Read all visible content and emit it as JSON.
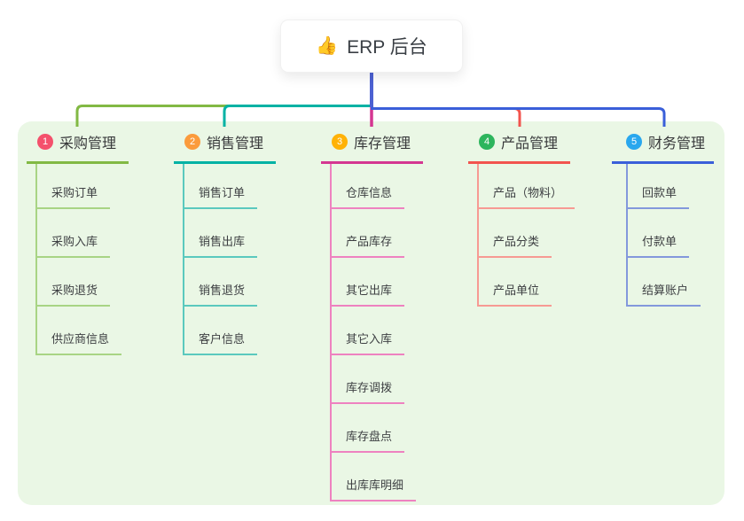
{
  "theme": {
    "canvas_bg": "#ffffff",
    "panel_bg": "#eaf7e5",
    "stem_color": "#4c61d2",
    "text_color": "#3a3f45"
  },
  "root": {
    "emoji": "👍",
    "label": "ERP 后台"
  },
  "branches": [
    {
      "num": "1",
      "label": "采购管理",
      "color": "#82b944",
      "light": "#a8d484",
      "badge_color": "#f4516c",
      "children": [
        "采购订单",
        "采购入库",
        "采购退货",
        "供应商信息"
      ]
    },
    {
      "num": "2",
      "label": "销售管理",
      "color": "#00b2a4",
      "light": "#5ac9be",
      "badge_color": "#fb9b3c",
      "children": [
        "销售订单",
        "销售出库",
        "销售退货",
        "客户信息"
      ]
    },
    {
      "num": "3",
      "label": "库存管理",
      "color": "#d43691",
      "light": "#ee82c0",
      "badge_color": "#ffb207",
      "children": [
        "仓库信息",
        "产品库存",
        "其它出库",
        "其它入库",
        "库存调拨",
        "库存盘点",
        "出库库明细"
      ]
    },
    {
      "num": "4",
      "label": "产品管理",
      "color": "#f2544e",
      "light": "#f79a93",
      "badge_color": "#2db55d",
      "children": [
        "产品（物料）",
        "产品分类",
        "产品单位"
      ]
    },
    {
      "num": "5",
      "label": "财务管理",
      "color": "#3a5fd9",
      "light": "#8398dc",
      "badge_color": "#29a7ee",
      "children": [
        "回款单",
        "付款单",
        "结算账户"
      ]
    }
  ]
}
